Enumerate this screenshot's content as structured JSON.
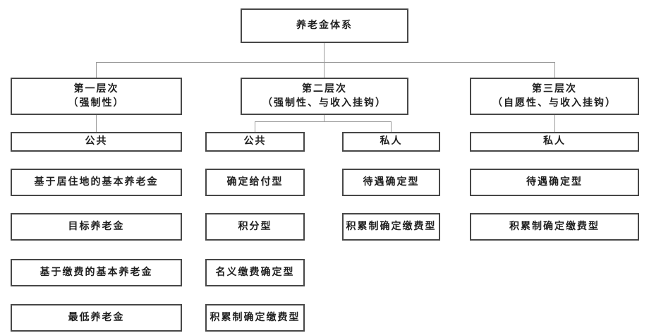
{
  "diagram": {
    "root": {
      "label": "养老金体系"
    },
    "tiers": [
      {
        "title": "第一层次",
        "subtitle": "（强制性）",
        "sectors": [
          {
            "label": "公共",
            "items": [
              "基于居住地的基本养老金",
              "目标养老金",
              "基于缴费的基本养老金",
              "最低养老金"
            ]
          }
        ]
      },
      {
        "title": "第二层次",
        "subtitle": "（强制性、与收入挂钩）",
        "sectors": [
          {
            "label": "公共",
            "items": [
              "确定给付型",
              "积分型",
              "名义缴费确定型",
              "积累制确定缴费型"
            ]
          },
          {
            "label": "私人",
            "items": [
              "待遇确定型",
              "积累制确定缴费型"
            ]
          }
        ]
      },
      {
        "title": "第三层次",
        "subtitle": "（自愿性、与收入挂钩）",
        "sectors": [
          {
            "label": "私人",
            "items": [
              "待遇确定型",
              "积累制确定缴费型"
            ]
          }
        ]
      }
    ],
    "colors": {
      "border": "#474747",
      "line": "#9a9a9a",
      "bg": "#ffffff",
      "text": "#1f1f1f"
    }
  }
}
